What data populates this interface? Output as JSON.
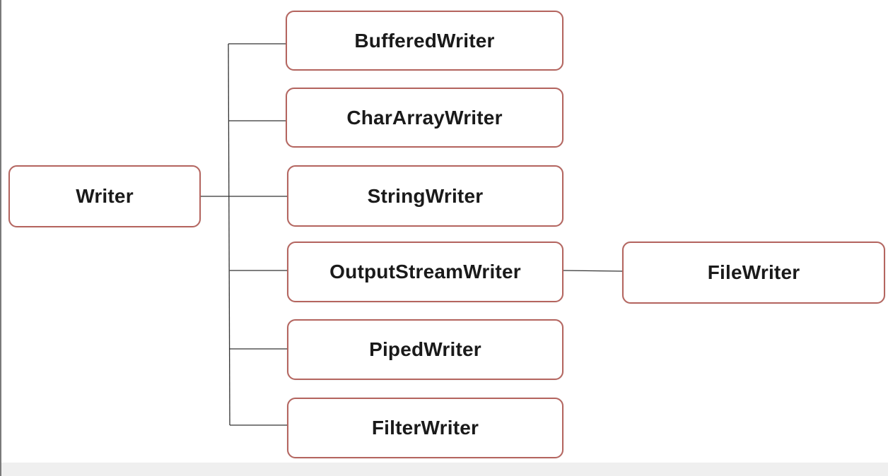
{
  "diagram": {
    "root": {
      "label": "Writer"
    },
    "children": [
      {
        "label": "BufferedWriter"
      },
      {
        "label": "CharArrayWriter"
      },
      {
        "label": "StringWriter"
      },
      {
        "label": "OutputStreamWriter"
      },
      {
        "label": "PipedWriter"
      },
      {
        "label": "FilterWriter"
      }
    ],
    "grandchild": {
      "label": "FileWriter",
      "parent": "OutputStreamWriter"
    },
    "colors": {
      "node_border": "#b5655f",
      "connector": "#333333",
      "text": "#1a1a1a"
    }
  }
}
